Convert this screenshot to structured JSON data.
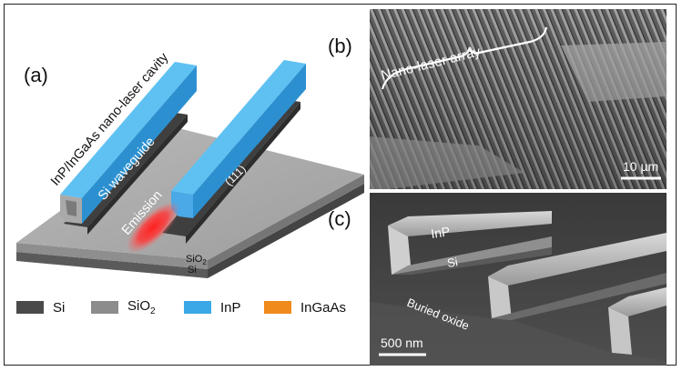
{
  "figure": {
    "panel_a": {
      "label": "(a)",
      "cavity_label": "InP/InGaAs nano-laser cavity",
      "waveguide_label": "Si waveguide",
      "emission_label": "Emission",
      "facet_label": "(111)",
      "sio2_label": {
        "main": "SiO",
        "sub": "2"
      },
      "si_label": "Si"
    },
    "panel_b": {
      "label": "(b)",
      "array_label": "Nano-laser array",
      "scale_label": "10 µm"
    },
    "panel_c": {
      "label": "(c)",
      "inp_label": "InP",
      "si_label": "Si",
      "oxide_label": "Buried oxide",
      "scale_label": "500 nm"
    },
    "legend": [
      {
        "name": "Si",
        "color": "#4a4a4a"
      },
      {
        "name": "SiO",
        "sub": "2",
        "color": "#8c8c8c"
      },
      {
        "name": "InP",
        "color": "#3aa8e6"
      },
      {
        "name": "InGaAs",
        "color": "#f08a1c"
      }
    ]
  }
}
